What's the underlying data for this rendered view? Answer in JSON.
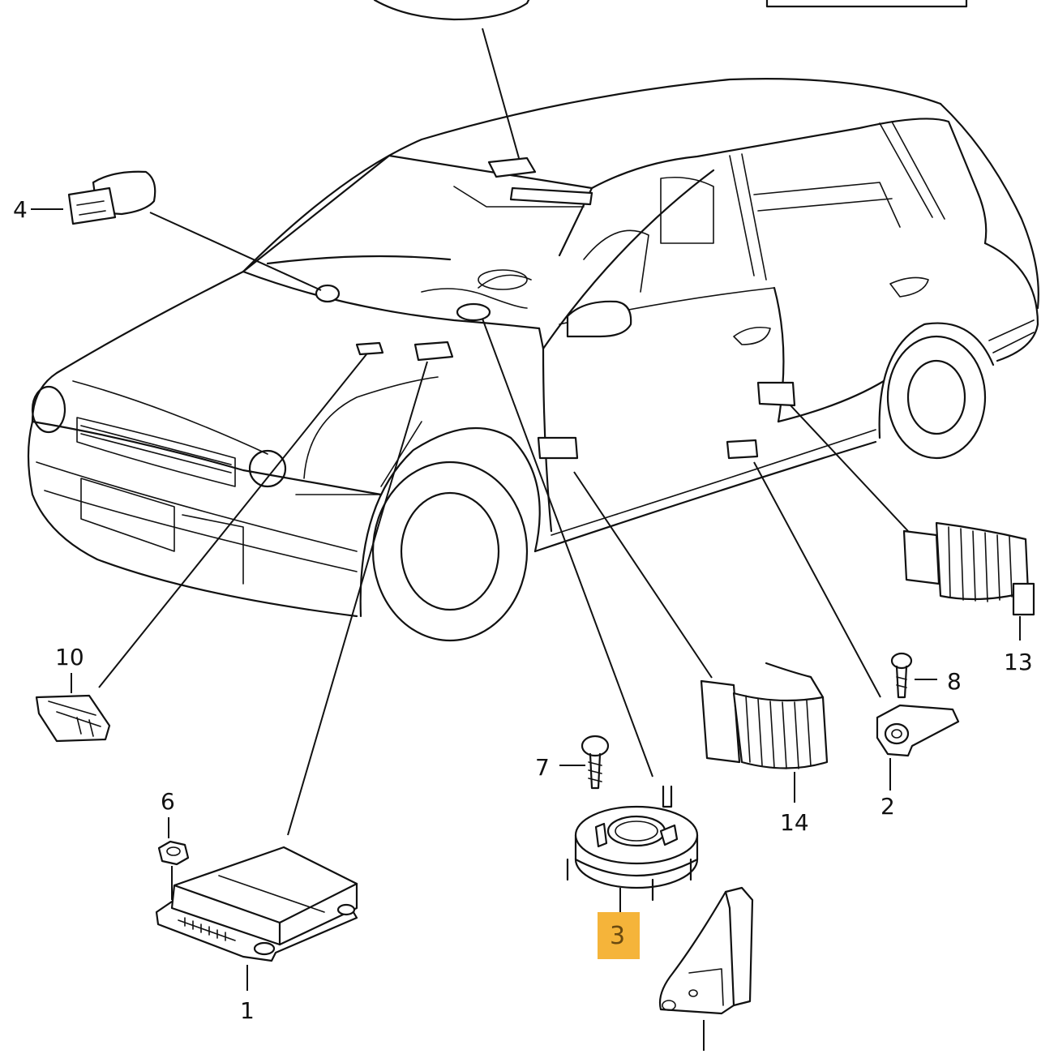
{
  "callouts": [
    {
      "id": "1",
      "label": "1"
    },
    {
      "id": "2",
      "label": "2"
    },
    {
      "id": "3",
      "label": "3",
      "highlighted": true
    },
    {
      "id": "4",
      "label": "4"
    },
    {
      "id": "6",
      "label": "6"
    },
    {
      "id": "7",
      "label": "7"
    },
    {
      "id": "8",
      "label": "8"
    },
    {
      "id": "10",
      "label": "10"
    },
    {
      "id": "13",
      "label": "13"
    },
    {
      "id": "14",
      "label": "14"
    }
  ],
  "colors": {
    "highlight": "#f5b43a",
    "line": "#111111",
    "background": "#ffffff"
  }
}
